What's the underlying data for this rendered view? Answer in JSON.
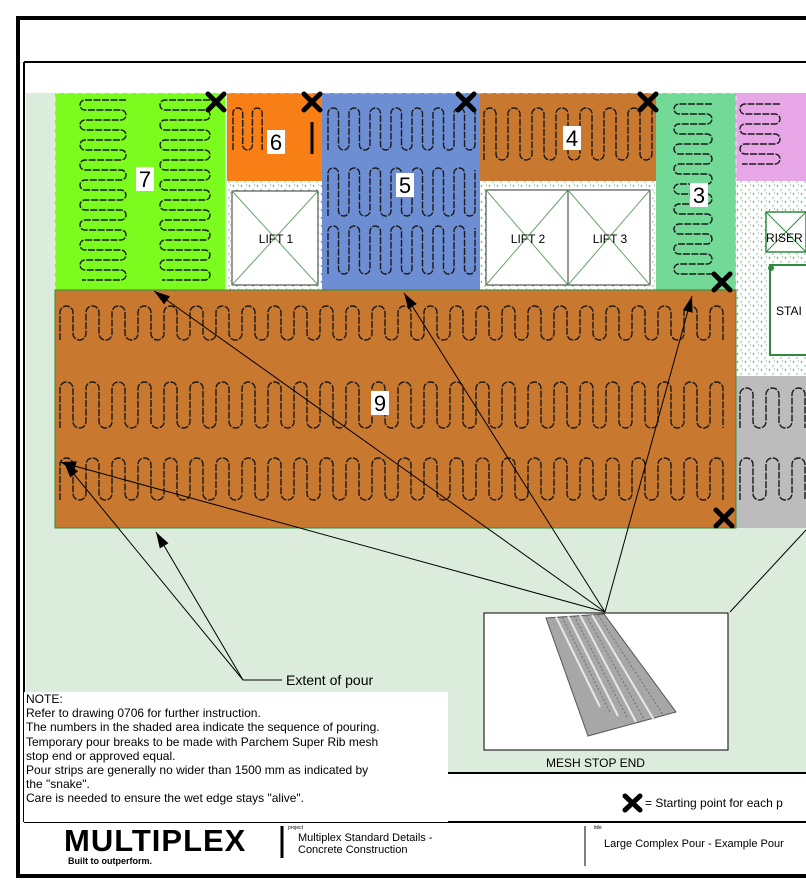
{
  "zones": [
    {
      "number": "7",
      "color": "#7cfc1e"
    },
    {
      "number": "6",
      "color": "#f77f16"
    },
    {
      "number": "5",
      "color": "#6e8ed4"
    },
    {
      "number": "4",
      "color": "#c97830"
    },
    {
      "number": "3",
      "color": "#72d996"
    },
    {
      "number": "9",
      "color": "#c97830"
    }
  ],
  "rooms": {
    "lift1": "LIFT 1",
    "lift2": "LIFT 2",
    "lift3": "LIFT 3",
    "riser": "RISER",
    "stair": "STAI"
  },
  "labels": {
    "extent": "Extent of pour",
    "mesh": "MESH STOP END"
  },
  "note": {
    "lines": [
      "NOTE:",
      "Refer to drawing 0706 for further instruction.",
      "The numbers in the shaded area indicate the sequence of pouring.",
      "Temporary pour breaks to be made with Parchem Super Rib mesh",
      "stop end or approved equal.",
      "Pour strips are generally no wider than 1500 mm as indicated by",
      "the \"snake\".",
      "Care is needed to ensure the wet edge stays \"alive\"."
    ]
  },
  "legend": {
    "text": "= Starting point for each p"
  },
  "title_block": {
    "brand": "MULTIPLEX",
    "tagline": "Built to outperform.",
    "project_label": "project",
    "project": [
      "Multiplex Standard Details -",
      "Concrete Construction"
    ],
    "title_label": "title",
    "title": "Large Complex Pour - Example Pour"
  },
  "colors": {
    "background": "#dcecdc",
    "zone_pink": "#e7a6e6",
    "zone_grey": "#bcbcbc",
    "outline": "#000000"
  }
}
